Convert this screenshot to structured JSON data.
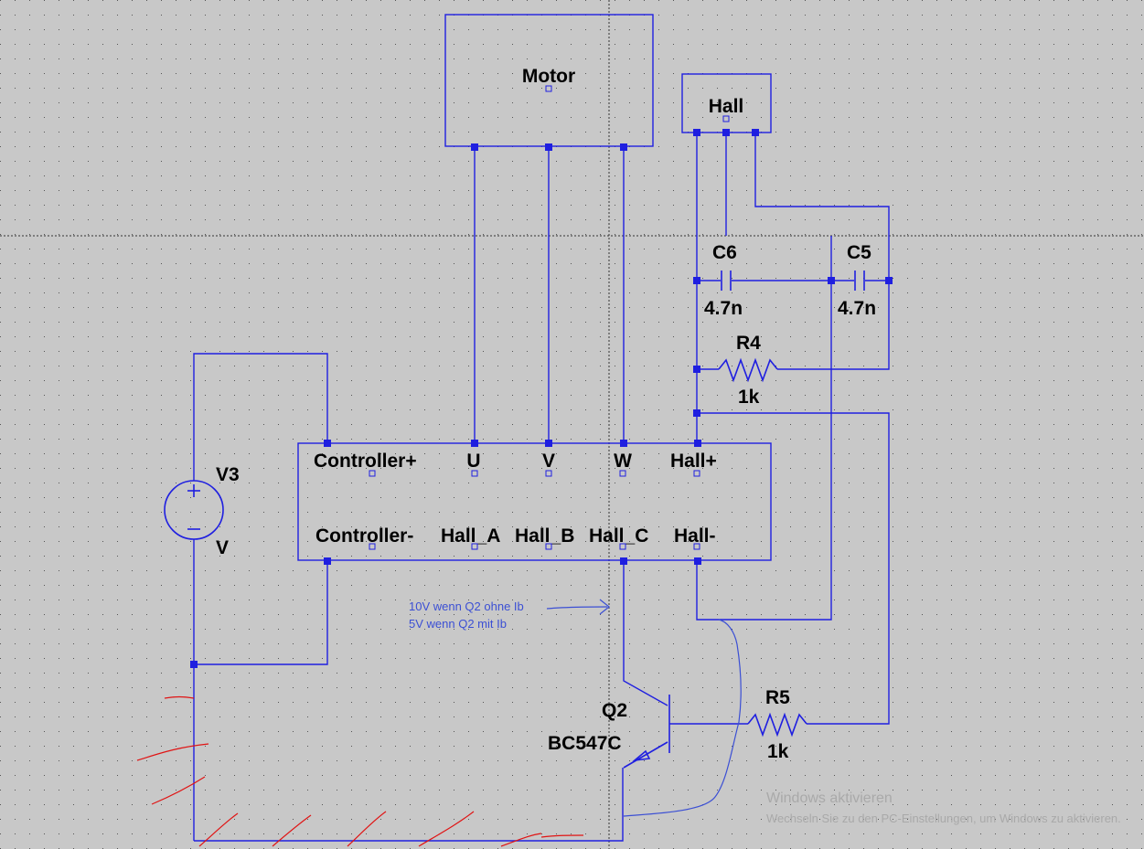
{
  "blocks": {
    "motor": "Motor",
    "hall": "Hall"
  },
  "controller": {
    "pins_top": [
      "Controller+",
      "U",
      "V",
      "W",
      "Hall+"
    ],
    "pins_bottom": [
      "Controller-",
      "Hall_A",
      "Hall_B",
      "Hall_C",
      "Hall-"
    ]
  },
  "components": {
    "c6": {
      "ref": "C6",
      "value": "4.7n"
    },
    "c5": {
      "ref": "C5",
      "value": "4.7n"
    },
    "r4": {
      "ref": "R4",
      "value": "1k"
    },
    "r5": {
      "ref": "R5",
      "value": "1k"
    },
    "v3": {
      "ref": "V3",
      "value": "V"
    },
    "q2": {
      "ref": "Q2",
      "value": "BC547C"
    }
  },
  "annotation": {
    "line1": "10V wenn Q2 ohne Ib",
    "line2": "5V  wenn Q2 mit Ib"
  },
  "watermark": {
    "line1": "Windows aktivieren",
    "line2": "Wechseln Sie zu den PC-Einstellungen, um Windows zu aktivieren."
  },
  "colors": {
    "background": "#c8c8c8",
    "wire": "#1f1fe0",
    "annotation": "#3b4fd4",
    "scribble": "#e01414"
  }
}
